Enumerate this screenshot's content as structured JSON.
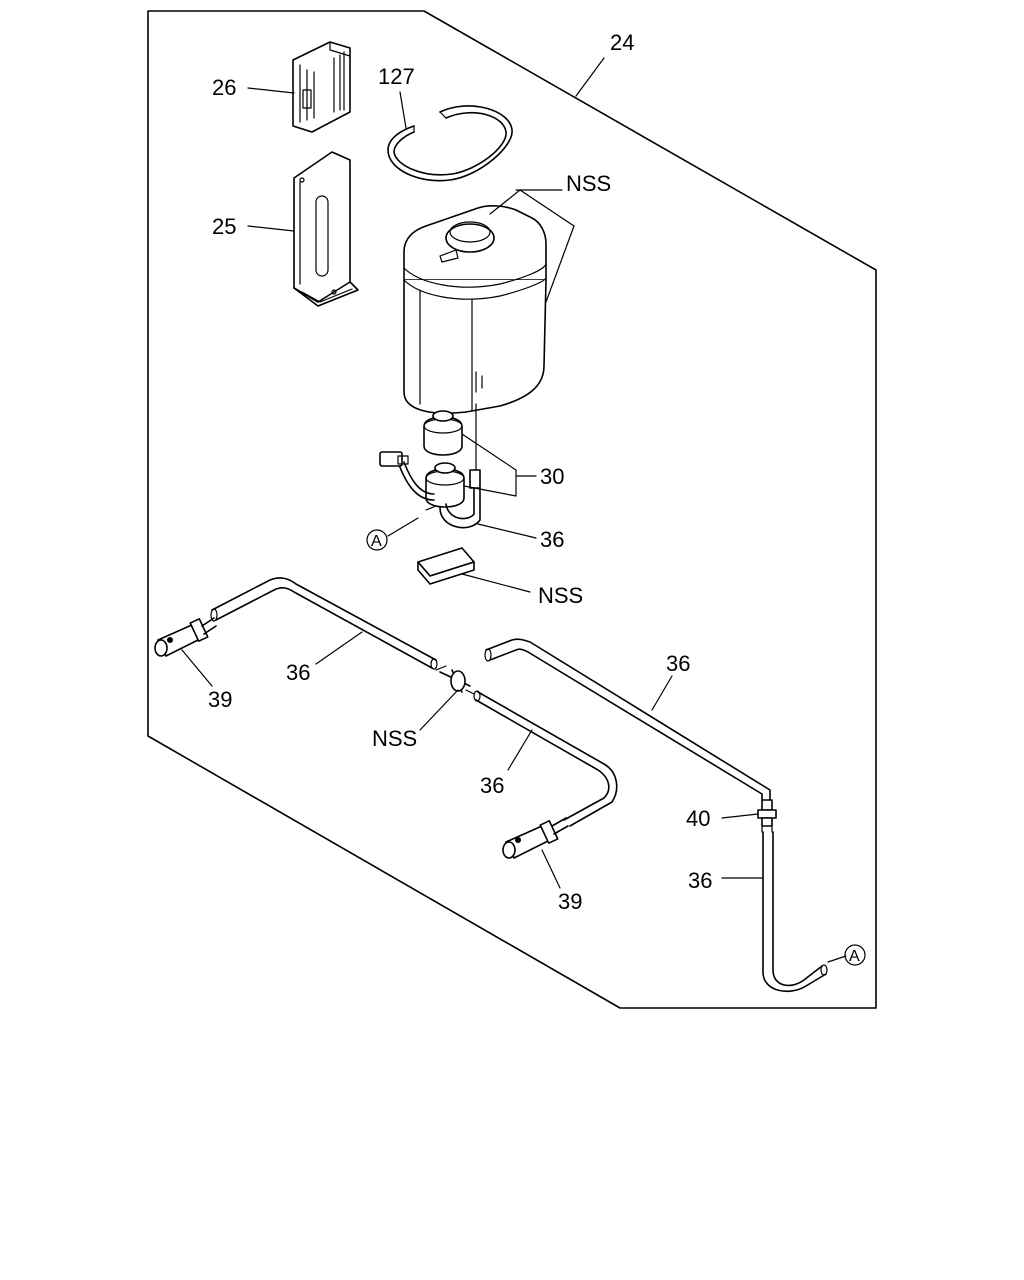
{
  "callouts": {
    "assembly": "24",
    "bracket_top": "26",
    "band": "127",
    "bracket": "25",
    "tank": "NSS",
    "pump": "30",
    "hose_pump": "36",
    "ref_a_left": "A",
    "pad": "NSS",
    "hose_left": "36",
    "nozzle_left": "39",
    "connector": "NSS",
    "hose_center": "36",
    "nozzle_center": "39",
    "hose_right": "36",
    "valve": "40",
    "hose_bottom": "36",
    "ref_a_right": "A"
  }
}
